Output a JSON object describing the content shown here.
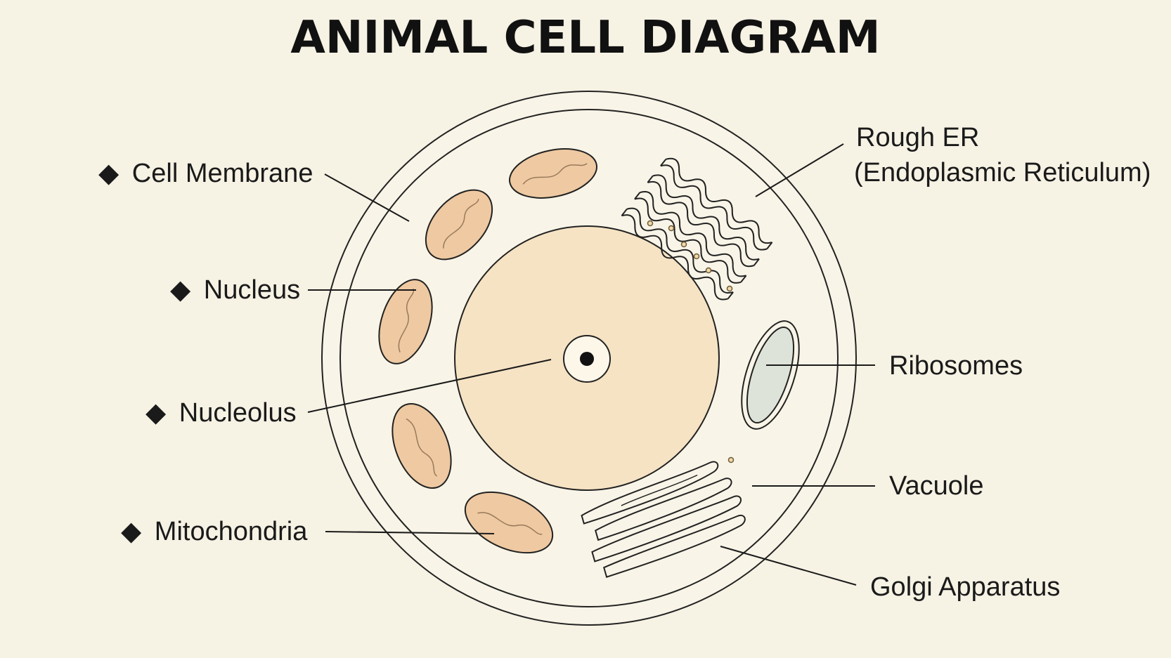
{
  "title": "ANIMAL CELL DIAGRAM",
  "colors": {
    "background": "#f6f2e4",
    "nucleus_fill": "#f6e3c4",
    "mitochondria_fill": "#eec9a2",
    "vacuole_fill": "#dde3d8",
    "cytoplasm_fill": "#f8f4e7",
    "outline": "#222222"
  },
  "labels": {
    "left": [
      {
        "text": "Cell Membrane",
        "bullet": "◆"
      },
      {
        "text": "Nucleus",
        "bullet": "◆"
      },
      {
        "text": "Nucleolus",
        "bullet": "◆"
      },
      {
        "text": "Mitochondria",
        "bullet": "◆"
      }
    ],
    "right": [
      {
        "lines": [
          "Rough ER",
          "(Endoplasmic Reticulum)"
        ]
      },
      {
        "lines": [
          "Ribosomes"
        ]
      },
      {
        "lines": [
          "Vacuole"
        ]
      },
      {
        "lines": [
          "Golgi Apparatus"
        ]
      }
    ]
  }
}
